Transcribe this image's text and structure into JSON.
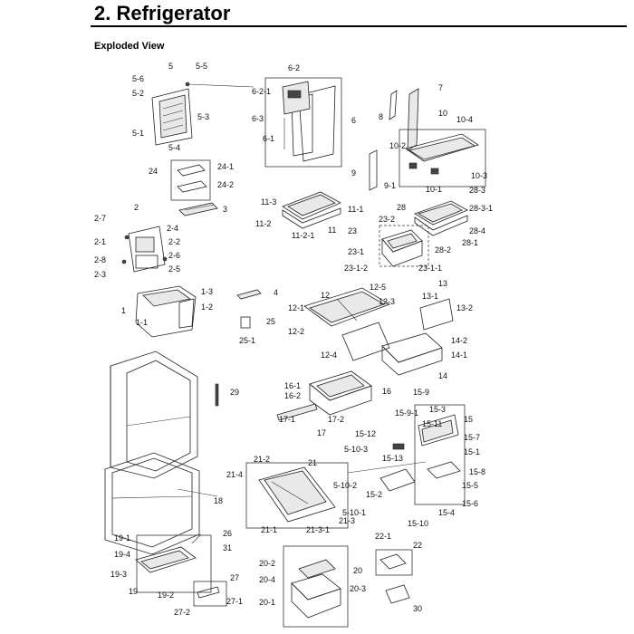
{
  "header": {
    "title": "2.  Refrigerator",
    "subtitle": "Exploded View"
  },
  "callouts": [
    "5",
    "5-5",
    "5-6",
    "5-2",
    "5-3",
    "5-1",
    "5-4",
    "6-2",
    "6-2-1",
    "6-3",
    "6",
    "6-1",
    "7",
    "8",
    "10",
    "10-4",
    "10-2",
    "10-3",
    "10-1",
    "9",
    "9-1",
    "24",
    "24-1",
    "24-2",
    "3",
    "11-3",
    "11-2",
    "11-2-1",
    "11",
    "11-1",
    "28",
    "28-3",
    "28-3-1",
    "28-4",
    "28-1",
    "28-2",
    "23",
    "23-2",
    "23-1",
    "23-1-2",
    "23-1-1",
    "2",
    "2-7",
    "2-4",
    "2-1",
    "2-2",
    "2-6",
    "2-8",
    "2-5",
    "2-3",
    "1",
    "1-3",
    "1-2",
    "1-1",
    "4",
    "25",
    "25-1",
    "12",
    "12-5",
    "12-1",
    "12-3",
    "12-2",
    "12-4",
    "13",
    "13-1",
    "13-2",
    "14-2",
    "14-1",
    "14",
    "16-2",
    "16-1",
    "16",
    "17-1",
    "17-2",
    "17",
    "29",
    "15-9",
    "15-9-1",
    "15-3",
    "15",
    "15-12",
    "15-11",
    "15-7",
    "5-10-3",
    "15-1",
    "15-13",
    "15-8",
    "5-10-2",
    "15-5",
    "15-2",
    "15-6",
    "5-10-1",
    "15-4",
    "15-10",
    "21-2",
    "21",
    "21-4",
    "18",
    "21-1",
    "21-3-1",
    "21-3",
    "19-1",
    "26",
    "19-4",
    "31",
    "19-3",
    "19",
    "19-2",
    "27",
    "27-1",
    "27-2",
    "20-2",
    "20-4",
    "20",
    "20-3",
    "20-1",
    "22-1",
    "22",
    "30"
  ]
}
